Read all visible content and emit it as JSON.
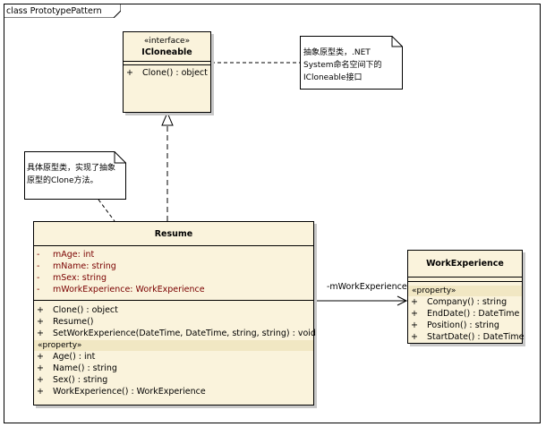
{
  "frame": {
    "title": "class PrototypePattern"
  },
  "icloneable": {
    "stereotype": "«interface»",
    "name": "ICloneable",
    "operations": [
      {
        "vis": "+",
        "text": "Clone() : object"
      }
    ]
  },
  "resume": {
    "name": "Resume",
    "attributes": [
      {
        "vis": "-",
        "text": "mAge:  int"
      },
      {
        "vis": "-",
        "text": "mName:  string"
      },
      {
        "vis": "-",
        "text": "mSex:  string"
      },
      {
        "vis": "-",
        "text": "mWorkExperience:  WorkExperience"
      }
    ],
    "operations": [
      {
        "vis": "+",
        "text": "Clone() : object"
      },
      {
        "vis": "+",
        "text": "Resume()"
      },
      {
        "vis": "+",
        "text": "SetWorkExperience(DateTime, DateTime, string, string) : void"
      }
    ],
    "property_stereotype": "«property»",
    "properties": [
      {
        "vis": "+",
        "text": "Age() : int"
      },
      {
        "vis": "+",
        "text": "Name() : string"
      },
      {
        "vis": "+",
        "text": "Sex() : string"
      },
      {
        "vis": "+",
        "text": "WorkExperience() : WorkExperience"
      }
    ]
  },
  "workexperience": {
    "name": "WorkExperience",
    "property_stereotype": "«property»",
    "properties": [
      {
        "vis": "+",
        "text": "Company() : string"
      },
      {
        "vis": "+",
        "text": "EndDate() : DateTime"
      },
      {
        "vis": "+",
        "text": "Position() : string"
      },
      {
        "vis": "+",
        "text": "StartDate() : DateTime"
      }
    ]
  },
  "notes": {
    "icloneable_note": "抽象原型类，.NET\nSystem命名空间下的\nICloneable接口",
    "resume_note": "具体原型类，实现了抽象\n原型的Clone方法。"
  },
  "association": {
    "role": "-mWorkExperience"
  }
}
